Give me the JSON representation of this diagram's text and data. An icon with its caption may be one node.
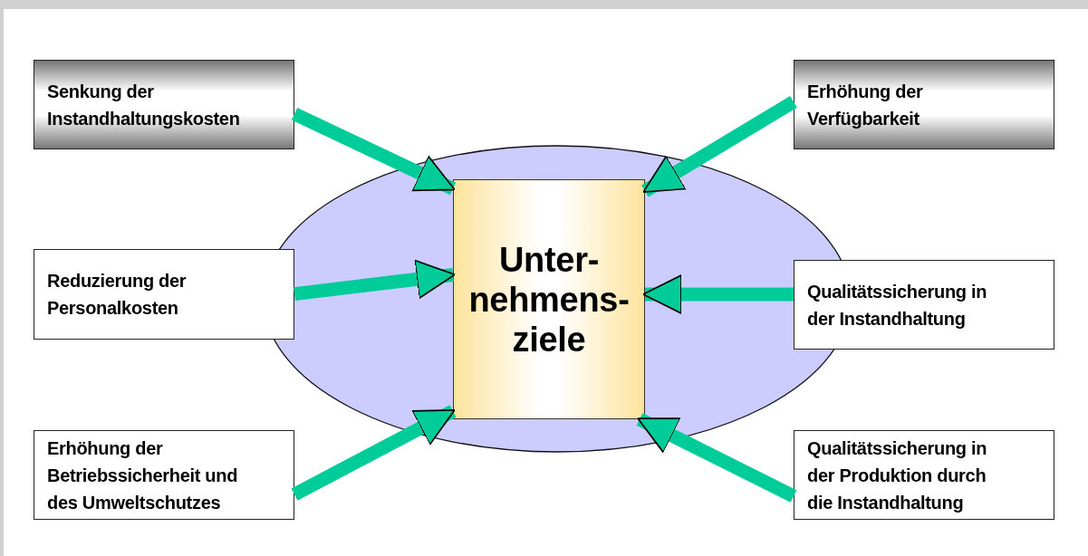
{
  "diagram": {
    "nodes": [
      {
        "text": [
          "Senkung der Instandhaltungskosten"
        ]
      },
      {
        "text": [
          "Erhöhung der Verfügbarkeit"
        ]
      },
      {
        "text": [],
        "shape": "ellipse"
      },
      {
        "text": [
          "Unter- nehmens- ziele"
        ],
        "in": 2
      },
      {
        "text": [
          "Reduzierung der Personalkosten"
        ]
      },
      {
        "text": [
          "Qualitätssicherung in der Instandhaltung"
        ]
      },
      {
        "text": [
          "Erhöhung der Betriebssicherheit und des Umweltschutzes"
        ]
      },
      {
        "text": [
          "Qualitätssicherung in der Produktion durch die Instandhaltung"
        ]
      }
    ],
    "edges": [
      {
        "from": 0,
        "to": 3,
        "arrow": "to"
      },
      {
        "from": 1,
        "to": 3,
        "arrow": "to"
      },
      {
        "from": 4,
        "to": 3,
        "arrow": "to"
      },
      {
        "from": 5,
        "to": 3,
        "arrow": "to"
      },
      {
        "from": 6,
        "to": 3,
        "arrow": "to"
      },
      {
        "from": 7,
        "to": 3,
        "arrow": "to"
      }
    ]
  }
}
